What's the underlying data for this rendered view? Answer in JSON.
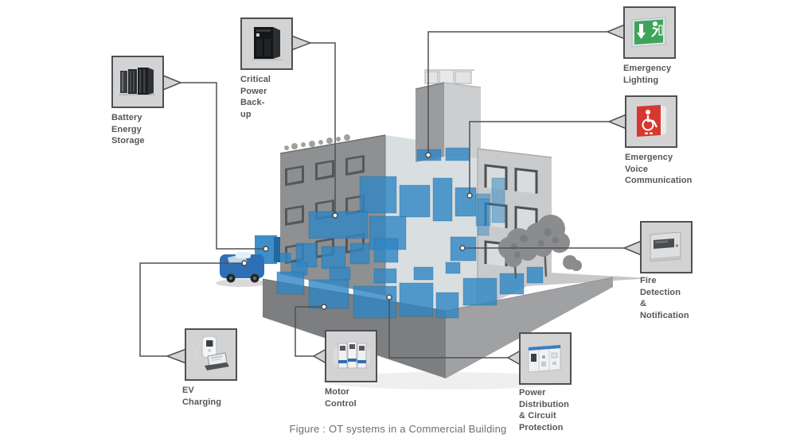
{
  "figure": {
    "caption": "Figure : OT systems in a Commercial Building"
  },
  "callouts": {
    "battery": {
      "label": "Battery\nEnergy Storage",
      "icon": "battery-cabinets-icon"
    },
    "critical_power": {
      "label": "Critical Power\nBack-up",
      "icon": "ups-cabinet-icon"
    },
    "emergency_lighting": {
      "label": "Emergency\nLighting",
      "icon": "exit-sign-icon"
    },
    "emergency_voice": {
      "label": "Emergency Voice\nCommunication",
      "icon": "voice-alarm-panel-icon"
    },
    "fire_detection": {
      "label": "Fire Detection\n& Notification",
      "icon": "fire-alarm-panel-icon"
    },
    "ev_charging": {
      "label": "EV Charging",
      "icon": "ev-charger-icon"
    },
    "motor_control": {
      "label": "Motor\nControl",
      "icon": "motor-drives-icon"
    },
    "power_distribution": {
      "label": "Power Distribution\n& Circuit Protection",
      "icon": "switchgear-icon"
    }
  },
  "colors": {
    "label_text": "#55565a",
    "caption_text": "#6d6e71",
    "callout_box_fill": "#d3d3d4",
    "callout_box_border": "#4f5054",
    "connector_line": "#4f5054",
    "equipment_blue": "#2e86c4",
    "exit_sign_green": "#3fa45b",
    "alarm_red": "#d6382f",
    "building_left_face": "#8f9092",
    "building_right_face": "#c9cacb"
  }
}
